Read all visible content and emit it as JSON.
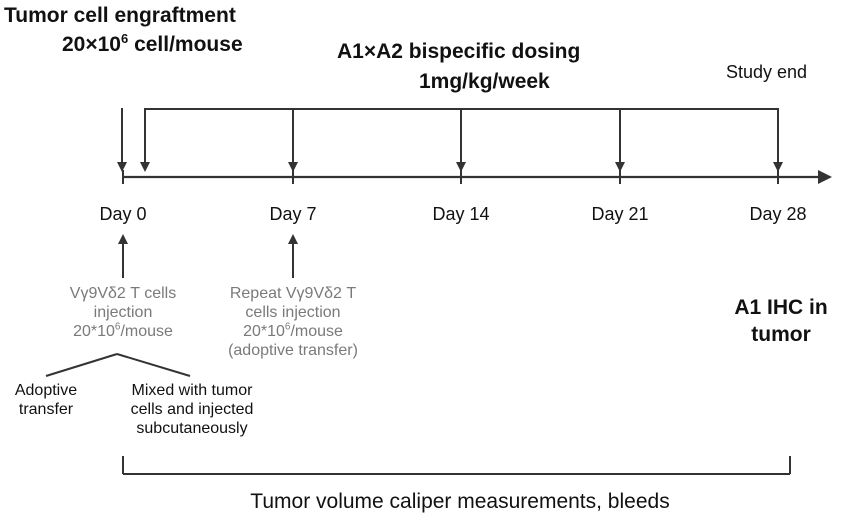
{
  "engraftment": {
    "title": "Tumor cell engraftment",
    "dose_base": "20×10",
    "dose_exp": "6",
    "dose_unit": " cell/mouse"
  },
  "dosing": {
    "line1": "A1×A2 bispecific dosing",
    "line2": "1mg/kg/week"
  },
  "study_end": "Study end",
  "timeline": {
    "days": [
      "Day 0",
      "Day 7",
      "Day 14",
      "Day 21",
      "Day 28"
    ]
  },
  "injection_day0": {
    "line1": "Vγ9Vδ2 T cells",
    "line2": "injection",
    "line3_base": "20*10",
    "line3_exp": "6",
    "line3_unit": "/mouse"
  },
  "injection_day7": {
    "line1": "Repeat Vγ9Vδ2 T",
    "line2": "cells injection",
    "line3_base": "20*10",
    "line3_exp": "6",
    "line3_unit": "/mouse",
    "line4": "(adoptive transfer)"
  },
  "branch_left": {
    "line1": "Adoptive",
    "line2": "transfer"
  },
  "branch_right": {
    "line1": "Mixed with tumor",
    "line2": "cells and injected",
    "line3": "subcutaneously"
  },
  "ihc": {
    "line1": "A1 IHC in",
    "line2": "tumor"
  },
  "measurements": "Tumor volume caliper measurements, bleeds",
  "colors": {
    "text": "#111111",
    "secondary_text": "#7a7a7a",
    "line": "#333333"
  }
}
